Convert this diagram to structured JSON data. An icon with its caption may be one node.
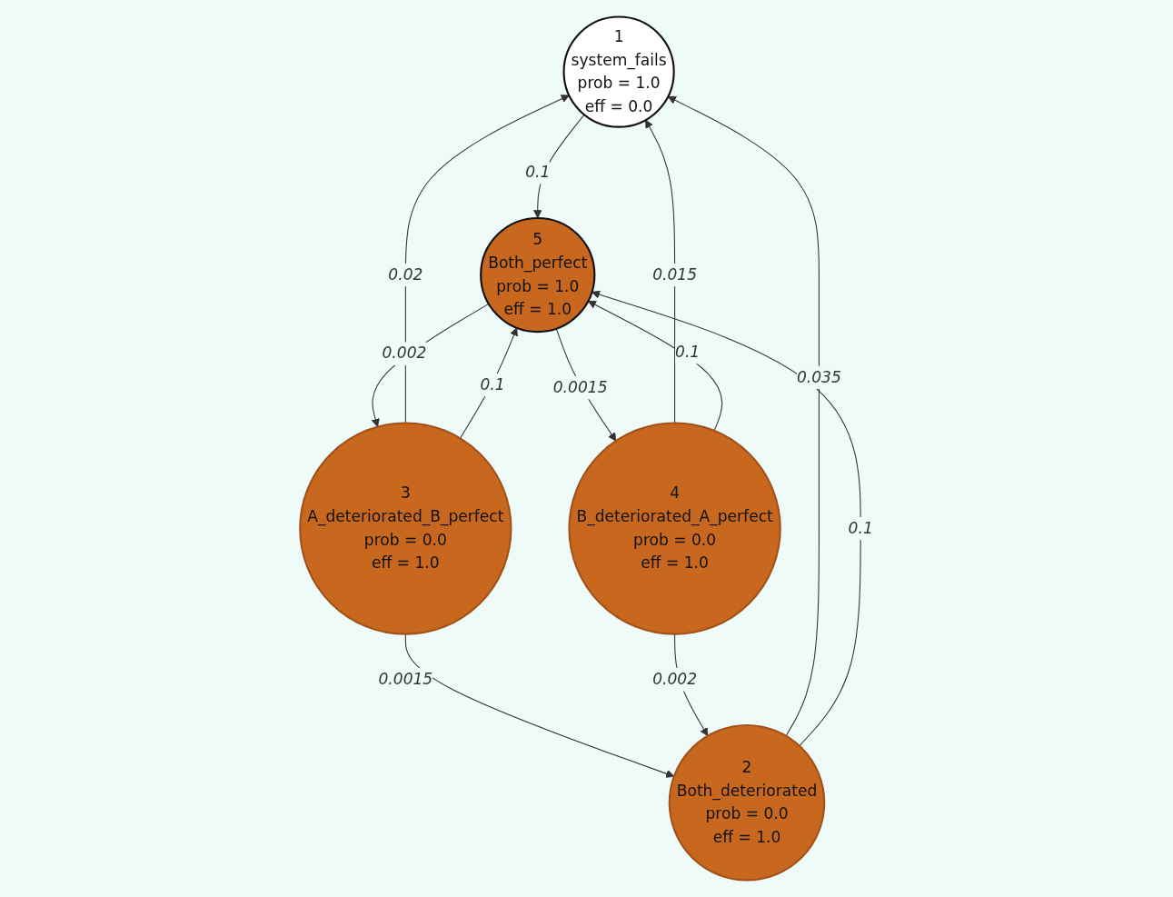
{
  "diagram": {
    "nodes": [
      {
        "text": [
          "1",
          "system_fails",
          "prob = 1.0",
          "eff = 0.0"
        ]
      },
      {
        "text": [
          "2",
          "Both_deteriorated",
          "prob = 0.0",
          "eff = 1.0"
        ]
      },
      {
        "text": [
          "3",
          "A_deteriorated_B_perfect",
          "prob = 0.0",
          "eff = 1.0"
        ]
      },
      {
        "text": [
          "4",
          "B_deteriorated_A_perfect",
          "prob = 0.0",
          "eff = 1.0"
        ]
      },
      {
        "text": [
          "5",
          "Both_perfect",
          "prob = 1.0",
          "eff = 1.0"
        ]
      }
    ],
    "edges": [
      {
        "from": 1,
        "to": 0,
        "arrow": "to",
        "label": "0.035"
      },
      {
        "from": 3,
        "to": 0,
        "arrow": "to",
        "label": "0.015"
      },
      {
        "from": 2,
        "to": 0,
        "arrow": "to",
        "label": "0.02"
      },
      {
        "from": 2,
        "to": 1,
        "arrow": "to",
        "label": "0.0015"
      },
      {
        "from": 3,
        "to": 1,
        "arrow": "to",
        "label": "0.002"
      },
      {
        "from": 1,
        "to": 4,
        "arrow": "to",
        "label": "0.1"
      },
      {
        "from": 0,
        "to": 4,
        "arrow": "to",
        "label": "0.1"
      },
      {
        "from": 3,
        "to": 4,
        "arrow": "to",
        "label": "0.1"
      },
      {
        "from": 4,
        "to": 3,
        "arrow": "to",
        "label": "0.0015"
      },
      {
        "from": 4,
        "to": 2,
        "arrow": "to",
        "label": "0.002"
      },
      {
        "from": 2,
        "to": 4,
        "arrow": "to",
        "label": "0.1"
      }
    ]
  }
}
